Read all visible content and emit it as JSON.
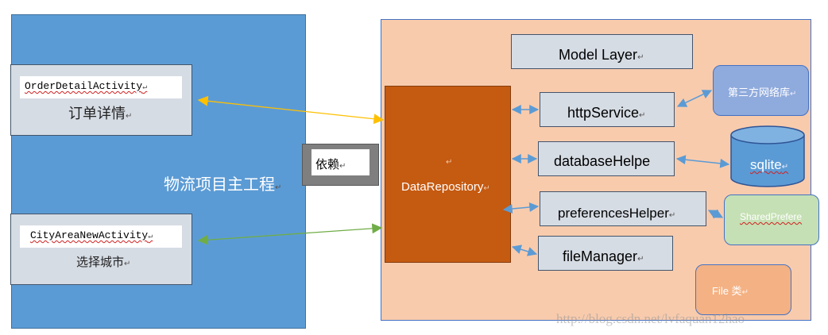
{
  "main_project": {
    "title": "物流项目主工程",
    "order": {
      "class_name": "OrderDetailActivity",
      "caption": "订单详情"
    },
    "city": {
      "class_name": "CityAreaNewActivity",
      "caption": "选择城市"
    }
  },
  "dependency": {
    "label": "依赖"
  },
  "model": {
    "layer_title": "Model Layer",
    "repository": "DataRepository",
    "http_service": "httpService",
    "database_helper": "databaseHelpe",
    "preferences_helper": "preferencesHelper",
    "file_manager": "fileManager",
    "third_party_lib": "第三方网络库",
    "sqlite": "sqlite",
    "shared_prefs": "SharedPrefere",
    "file_class": "File 类"
  },
  "watermark": "http://blog.csdn.net/lvfaquan12hao",
  "paragraph_mark": "↵",
  "colors": {
    "main_blue": "#5b9bd5",
    "model_peach": "#f8cbad",
    "repository_orange": "#c55a11",
    "arrow_yellow": "#ffc000",
    "arrow_green": "#70ad47",
    "arrow_blue": "#5b9bd5"
  }
}
